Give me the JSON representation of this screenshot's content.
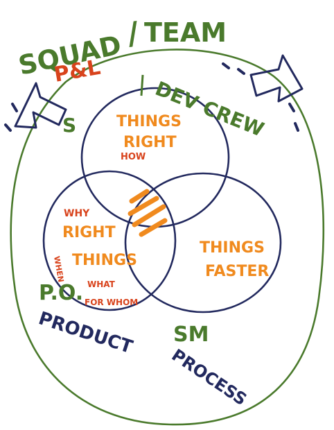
{
  "colors": {
    "green": "#4a7a2c",
    "navy": "#22295e",
    "orange": "#f08a1e",
    "red_orange": "#d8431c",
    "background": "#ffffff"
  },
  "diagram": {
    "outer_top_left": "SQUAD",
    "outer_top_slash": "/",
    "outer_top_right": "TEAM",
    "outer_sub": "P&L",
    "dev_label": "DEV CREW",
    "s_letter": "S",
    "top_circle": {
      "line1": "THINGS",
      "line2": "RIGHT",
      "line3": "HOW"
    },
    "left_circle": {
      "why": "WHY",
      "when": "WHEN",
      "right": "RIGHT",
      "things": "THINGS",
      "what": "WHAT",
      "for_whom": "FOR WHOM"
    },
    "right_circle": {
      "line1": "THINGS",
      "line2": "FASTER"
    },
    "po_label": "P.O.",
    "product_label": "PRODUCT",
    "sm_label": "SM",
    "process_label": "PROCESS"
  }
}
